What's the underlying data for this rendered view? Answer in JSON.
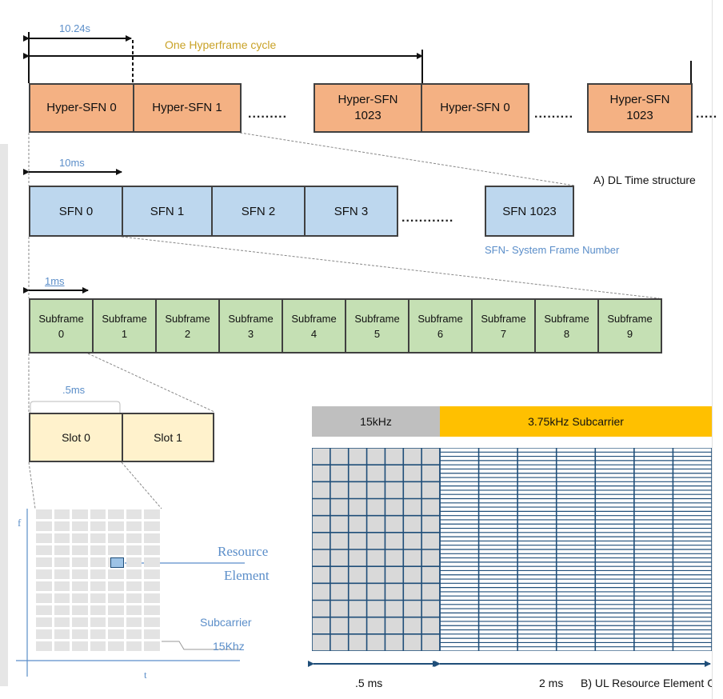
{
  "hyperframe": {
    "span_label": "10.24s",
    "cycle_label": "One Hyperframe cycle",
    "boxes": [
      "Hyper-SFN 0",
      "Hyper-SFN 1",
      "Hyper-SFN\n1023",
      "Hyper-SFN 0",
      "Hyper-SFN\n1023"
    ],
    "dots": [
      ".........",
      ".........",
      "....."
    ]
  },
  "frame": {
    "span_label": "10ms",
    "boxes": [
      "SFN 0",
      "SFN 1",
      "SFN 2",
      "SFN 3",
      "SFN 1023"
    ],
    "dots": "............",
    "caption": "SFN- System Frame Number",
    "section_title": "A) DL Time structure"
  },
  "subframe": {
    "span_label": "1ms",
    "boxes": [
      "Subframe\n0",
      "Subframe\n1",
      "Subframe\n2",
      "Subframe\n3",
      "Subframe\n4",
      "Subframe\n5",
      "Subframe\n6",
      "Subframe\n7",
      "Subframe\n8",
      "Subframe\n9"
    ]
  },
  "slot": {
    "span_label": ".5ms",
    "boxes": [
      "Slot 0",
      "Slot 1"
    ]
  },
  "resource_grid": {
    "f_axis": "f",
    "t_axis": "t",
    "element_label_line1": "Resource",
    "element_label_line2": "Element",
    "subcarrier_line1": "Subcarrier",
    "subcarrier_line2": "15Khz"
  },
  "ul_grid": {
    "band_15k": "15kHz",
    "band_375k": "3.75kHz Subcarrier",
    "time_15k": ".5 ms",
    "time_375k": "2 ms",
    "section_title": "B) UL Resource Element G",
    "colors": {
      "gray": "#bfbfbf",
      "gold": "#ffc000",
      "grid_line": "#1f4e79",
      "cell_gray": "#d9d9d9"
    }
  },
  "colors": {
    "orange": "#f4b183",
    "blue": "#bdd7ee",
    "green": "#c5e0b4",
    "yellow": "#fff2cc",
    "label_blue": "#5b8ec9"
  }
}
